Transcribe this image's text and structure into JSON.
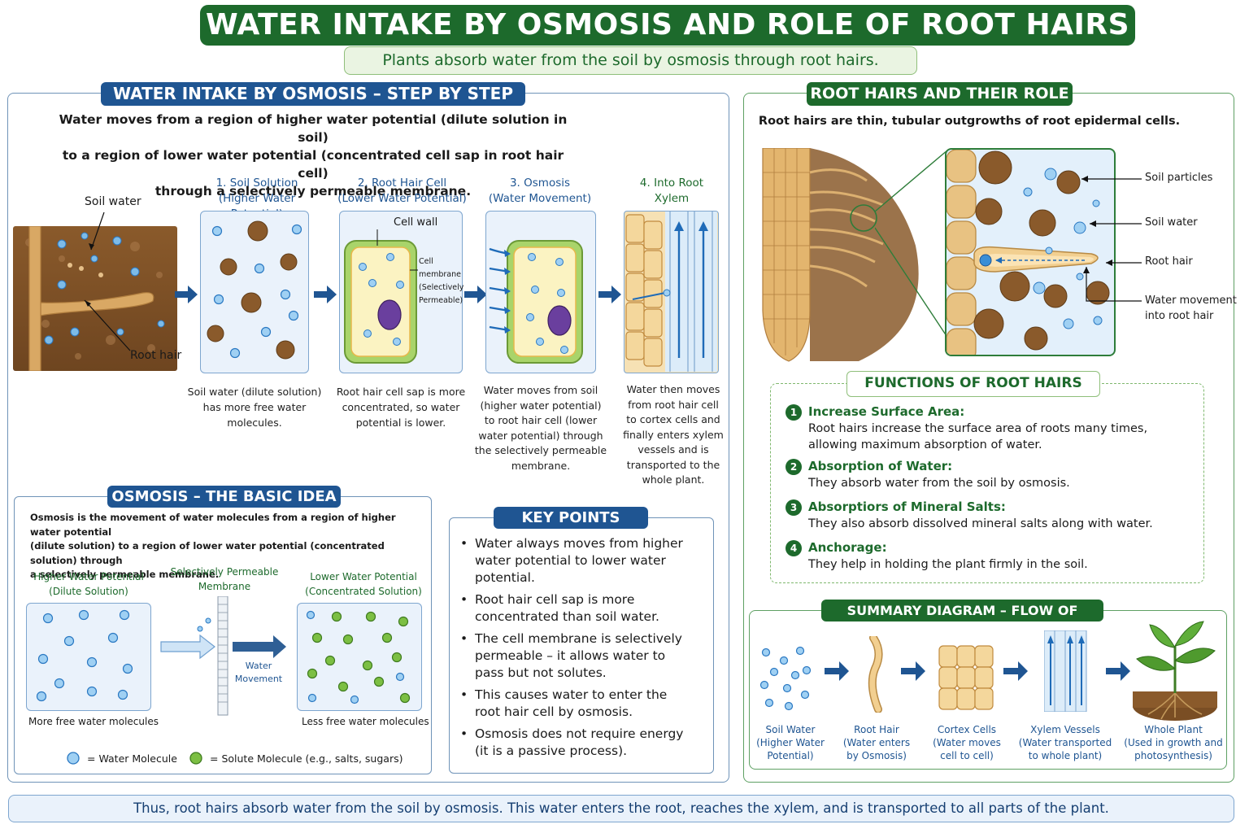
{
  "title": "WATER INTAKE BY OSMOSIS AND ROLE OF ROOT HAIRS",
  "subtitle": "Plants absorb water from the soil by osmosis through root hairs.",
  "left_section": {
    "header": "WATER INTAKE BY OSMOSIS – STEP BY STEP",
    "intro": [
      "Water moves from a region of higher water potential (dilute solution in soil)",
      "to a region of lower water potential (concentrated cell sap in root hair cell)",
      "through a selectively permeable membrane."
    ],
    "soil_labels": {
      "soil_water": "Soil water",
      "root_hair": "Root hair"
    },
    "steps": [
      {
        "title": [
          "1. Soil Solution",
          "(Higher Water Potential)"
        ],
        "caption": [
          "Soil water (dilute solution)",
          "has more free water",
          "molecules."
        ]
      },
      {
        "title": [
          "2. Root Hair Cell",
          "(Lower Water Potential)"
        ],
        "caption": [
          "Root hair cell sap is more",
          "concentrated, so water",
          "potential is lower."
        ],
        "labels": {
          "cell_wall": "Cell wall",
          "membrane": [
            "Cell",
            "membrane",
            "(Selectively",
            "Permeable)"
          ]
        }
      },
      {
        "title": [
          "3. Osmosis",
          "(Water Movement)"
        ],
        "caption": [
          "Water moves from soil",
          "(higher water potential)",
          "to root hair cell (lower",
          "water potential) through",
          "the selectively permeable",
          "membrane."
        ]
      },
      {
        "title": [
          "4. Into Root",
          "Xylem"
        ],
        "caption": [
          "Water then moves",
          "from root hair cell",
          "to cortex cells and",
          "finally enters xylem",
          "vessels and is",
          "transported to the",
          "whole plant."
        ]
      }
    ]
  },
  "osmosis_basic": {
    "header": "OSMOSIS – THE BASIC IDEA",
    "text": [
      "Osmosis is the movement of water molecules from a region of higher water potential",
      "(dilute solution) to a region of lower water potential (concentrated solution) through",
      "a selectively permeable membrane."
    ],
    "higher": [
      "Higher Water Potential",
      "(Dilute Solution)"
    ],
    "membrane": [
      "Selectively Permeable",
      "Membrane"
    ],
    "lower": [
      "Lower Water Potential",
      "(Concentrated Solution)"
    ],
    "water_movement": [
      "Water",
      "Movement"
    ],
    "more_free": "More free water molecules",
    "less_free": "Less free water molecules",
    "legend_water": "= Water Molecule",
    "legend_solute": "= Solute Molecule (e.g., salts, sugars)"
  },
  "key_points": {
    "header": "KEY POINTS",
    "items": [
      [
        "Water always moves from higher",
        "water potential to lower water",
        "potential."
      ],
      [
        "Root hair cell sap is more",
        "concentrated than soil water."
      ],
      [
        "The cell membrane is selectively",
        "permeable – it allows water to",
        "pass but not solutes."
      ],
      [
        "This causes water to enter the",
        "root hair cell by osmosis."
      ],
      [
        "Osmosis does not require energy",
        "(it is a passive process)."
      ]
    ]
  },
  "right_section": {
    "header": "ROOT HAIRS AND THEIR ROLE",
    "intro": "Root hairs are thin, tubular outgrowths of root epidermal cells.",
    "zoom_labels": [
      "Soil particles",
      "Soil water",
      "Root hair",
      "Water movement",
      "into root hair"
    ]
  },
  "functions": {
    "header": "FUNCTIONS OF ROOT HAIRS",
    "items": [
      {
        "num": "1",
        "title": "Increase Surface Area:",
        "body": [
          "Root hairs increase the surface area of roots many times,",
          "allowing maximum absorption of water."
        ]
      },
      {
        "num": "2",
        "title": "Absorption of Water:",
        "body": [
          "They absorb water from the soil by osmosis."
        ]
      },
      {
        "num": "3",
        "title": "Absorptiors of Mineral Salts:",
        "body": [
          "They also absorb dissolved mineral salts along with water."
        ]
      },
      {
        "num": "4",
        "title": "Anchorage:",
        "body": [
          "They help in holding the plant firmly in the soil."
        ]
      }
    ]
  },
  "summary": {
    "header": "SUMMARY DIAGRAM – FLOW OF WATER",
    "stages": [
      [
        "Soil Water",
        "(Higher Water",
        "Potential)"
      ],
      [
        "Root Hair",
        "(Water enters",
        "by Osmosis)"
      ],
      [
        "Cortex Cells",
        "(Water moves",
        "cell to cell)"
      ],
      [
        "Xylem Vessels",
        "(Water transported",
        "to whole plant)"
      ],
      [
        "Whole Plant",
        "(Used in growth and",
        "photosynthesis)"
      ]
    ]
  },
  "conclusion": "Thus, root hairs absorb water from the soil by osmosis. This water enters the root, reaches the xylem, and is transported to all parts of the plant.",
  "colors": {
    "dark_green": "#1d6a2c",
    "dark_blue": "#1f5592",
    "soil_brown": "#8a5a2b",
    "water_blue": "#3a8ed6"
  }
}
